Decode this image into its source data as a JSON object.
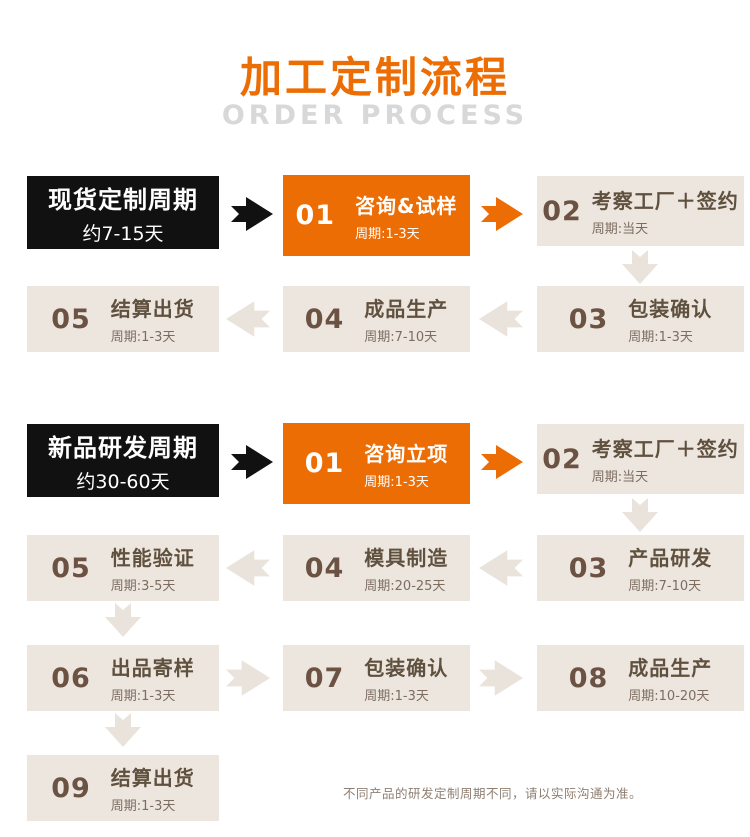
{
  "header": {
    "title": "加工定制流程",
    "subtitle": "ORDER PROCESS"
  },
  "colors": {
    "orange": "#ed6d05",
    "black": "#111111",
    "beige_box": "#ece6df",
    "beige_arrow": "#eae3db",
    "brown_text": "#6b5243",
    "label_text": "#60513f",
    "cycle_text": "#7d6d61",
    "subtitle_gray": "#d8d8d8",
    "footnote": "#8f7f73"
  },
  "flow1": {
    "lead": {
      "title": "现货定制周期",
      "subtitle": "约7-15天"
    },
    "steps": [
      {
        "num": "01",
        "label": "咨询&试样",
        "cycle": "周期:1-3天"
      },
      {
        "num": "02",
        "label": "考察工厂＋签约",
        "cycle": "周期:当天"
      },
      {
        "num": "03",
        "label": "包装确认",
        "cycle": "周期:1-3天"
      },
      {
        "num": "04",
        "label": "成品生产",
        "cycle": "周期:7-10天"
      },
      {
        "num": "05",
        "label": "结算出货",
        "cycle": "周期:1-3天"
      }
    ]
  },
  "flow2": {
    "lead": {
      "title": "新品研发周期",
      "subtitle": "约30-60天"
    },
    "steps": [
      {
        "num": "01",
        "label": "咨询立项",
        "cycle": "周期:1-3天"
      },
      {
        "num": "02",
        "label": "考察工厂＋签约",
        "cycle": "周期:当天"
      },
      {
        "num": "03",
        "label": "产品研发",
        "cycle": "周期:7-10天"
      },
      {
        "num": "04",
        "label": "模具制造",
        "cycle": "周期:20-25天"
      },
      {
        "num": "05",
        "label": "性能验证",
        "cycle": "周期:3-5天"
      },
      {
        "num": "06",
        "label": "出品寄样",
        "cycle": "周期:1-3天"
      },
      {
        "num": "07",
        "label": "包装确认",
        "cycle": "周期:1-3天"
      },
      {
        "num": "08",
        "label": "成品生产",
        "cycle": "周期:10-20天"
      },
      {
        "num": "09",
        "label": "结算出货",
        "cycle": "周期:1-3天"
      }
    ]
  },
  "footnote": "不同产品的研发定制周期不同，请以实际沟通为准。"
}
